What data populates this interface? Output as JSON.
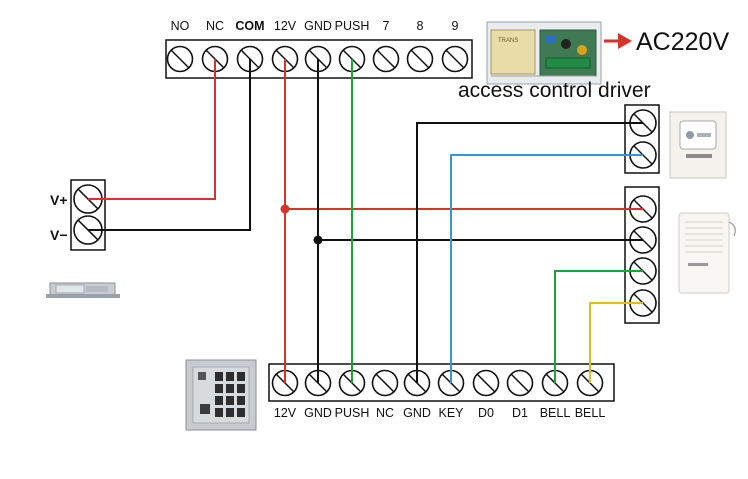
{
  "top_terminal": {
    "labels": [
      "NO",
      "NC",
      "COM",
      "12V",
      "GND",
      "PUSH",
      "7",
      "8",
      "9"
    ]
  },
  "bottom_terminal": {
    "labels": [
      "12V",
      "GND",
      "PUSH",
      "NC",
      "GND",
      "KEY",
      "D0",
      "D1",
      "BELL",
      "BELL"
    ]
  },
  "lock_terminal": {
    "labels": [
      "V+",
      "V−"
    ]
  },
  "power": {
    "label": "AC220V",
    "caption": "access control driver"
  },
  "wire_colors": {
    "red": "#d9322c",
    "black": "#111111",
    "green": "#1fa23a",
    "blue": "#3b93cf",
    "yellow": "#e2bd1e"
  },
  "icons": [
    "power-supply-image",
    "exit-button-image",
    "doorbell-image",
    "electric-lock-image",
    "keypad-image"
  ]
}
